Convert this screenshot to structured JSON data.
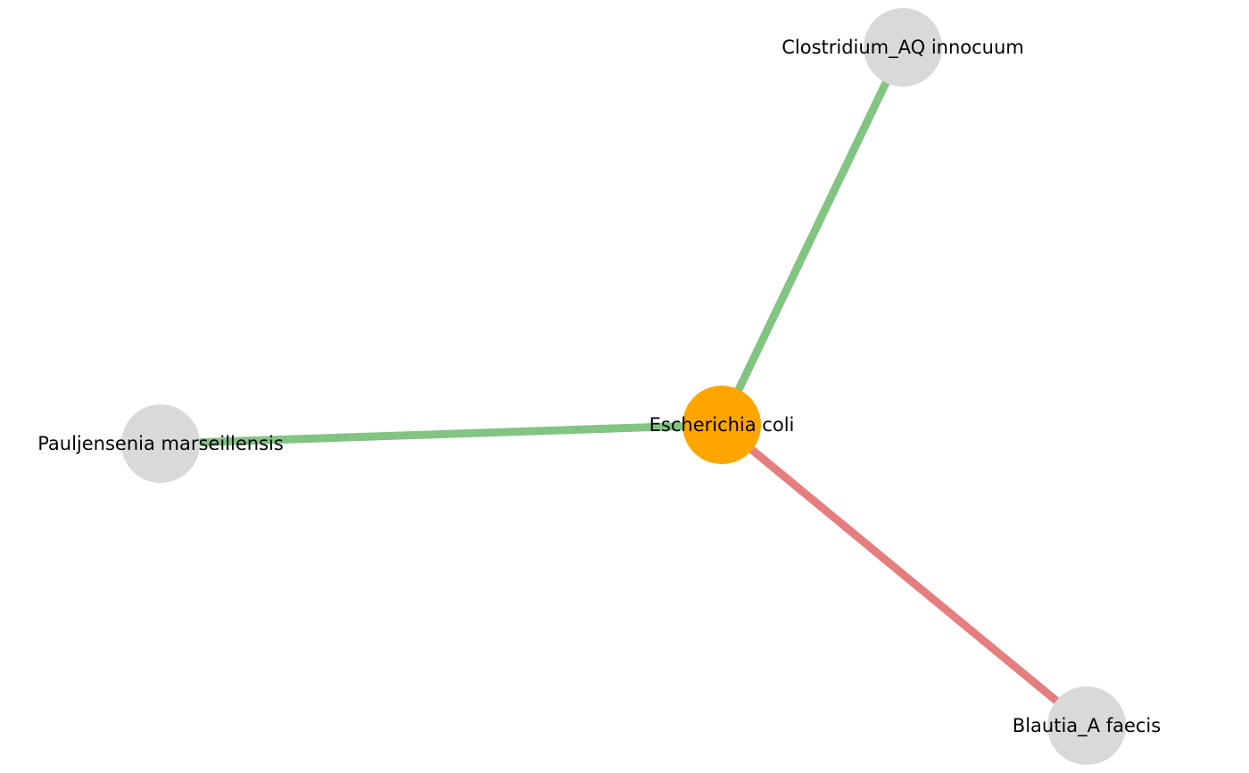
{
  "network": {
    "nodes": [
      {
        "id": "ecoli",
        "label": "Escherichia coli",
        "role": "focal",
        "color": "#ffa500"
      },
      {
        "id": "clostridium",
        "label": "Clostridium_AQ innocuum",
        "role": "neighbor",
        "color": "#d9d9d9"
      },
      {
        "id": "pauljensenia",
        "label": "Pauljensenia marseillensis",
        "role": "neighbor",
        "color": "#d9d9d9"
      },
      {
        "id": "blautia",
        "label": "Blautia_A faecis",
        "role": "neighbor",
        "color": "#d9d9d9"
      }
    ],
    "edges": [
      {
        "source": "ecoli",
        "target": "clostridium",
        "sign": "positive",
        "color": "#82c482"
      },
      {
        "source": "ecoli",
        "target": "pauljensenia",
        "sign": "positive",
        "color": "#82c482"
      },
      {
        "source": "ecoli",
        "target": "blautia",
        "sign": "negative",
        "color": "#e57f7f"
      }
    ]
  }
}
